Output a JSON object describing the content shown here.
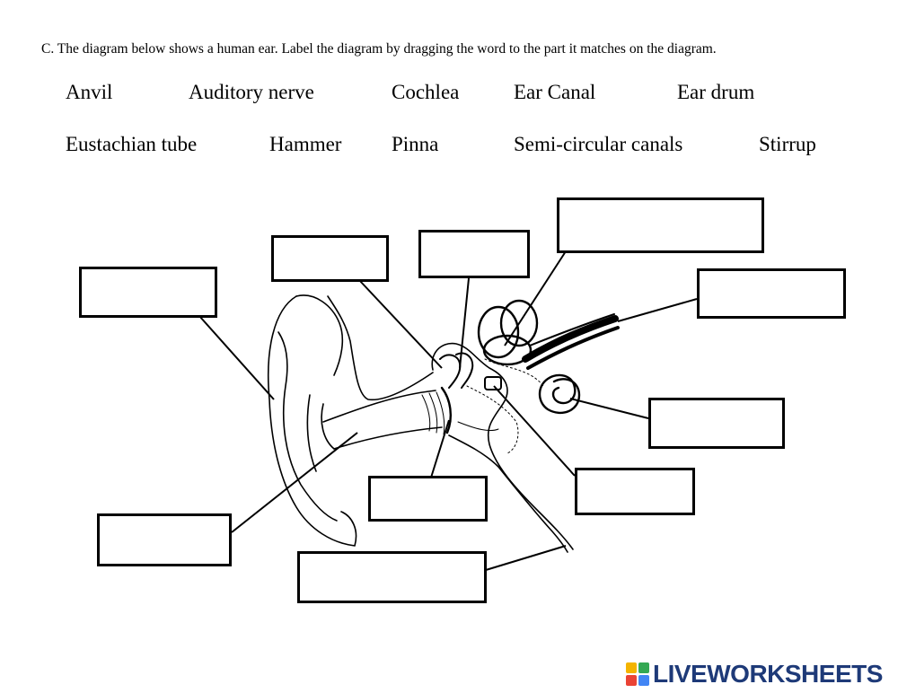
{
  "instruction": "C. The diagram below shows a human ear. Label the diagram by dragging the word to the part it matches on the diagram.",
  "word_bank": [
    "Anvil",
    "Auditory nerve",
    "Cochlea",
    "Ear Canal",
    "Ear drum",
    "Eustachian tube",
    "Hammer",
    "Pinna",
    "Semi-circular canals",
    "Stirrup"
  ],
  "brand": {
    "name": "LIVEWORKSHEETS",
    "colors": {
      "text": "#1e3a78",
      "mark1": "#f4b400",
      "mark2": "#34a853",
      "mark3": "#ea4335",
      "mark4": "#4285f4"
    }
  }
}
